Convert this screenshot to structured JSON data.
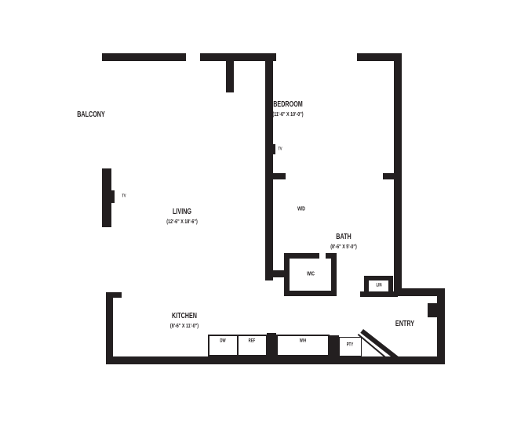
{
  "title": "apartment-floor-plan",
  "colors": {
    "wall": "#231f20",
    "bg": "#ffffff",
    "text": "#231f20"
  },
  "rooms": {
    "balcony": {
      "label": "BALCONY"
    },
    "bedroom": {
      "label": "BEDROOM",
      "dims": "(11'-6\" X 10'-0\")"
    },
    "living": {
      "label": "LIVING",
      "dims": "(12'-6\" X 18'-6\")"
    },
    "kitchen": {
      "label": "KITCHEN",
      "dims": "(8'-6\" X 11'-0\")"
    },
    "bath": {
      "label": "BATH",
      "dims": "(8'-6\" X 5'-0\")"
    },
    "entry": {
      "label": "ENTRY"
    },
    "laundry": {
      "label": "W/D"
    },
    "walk_in_closet": {
      "label": "WIC"
    },
    "linen": {
      "label": "LIN"
    }
  },
  "fixtures": {
    "dishwasher": "DW",
    "refrigerator": "REF",
    "water_heater": "W/H",
    "pantry": "PTY",
    "tv_living": "TV",
    "tv_bedroom": "TV"
  }
}
